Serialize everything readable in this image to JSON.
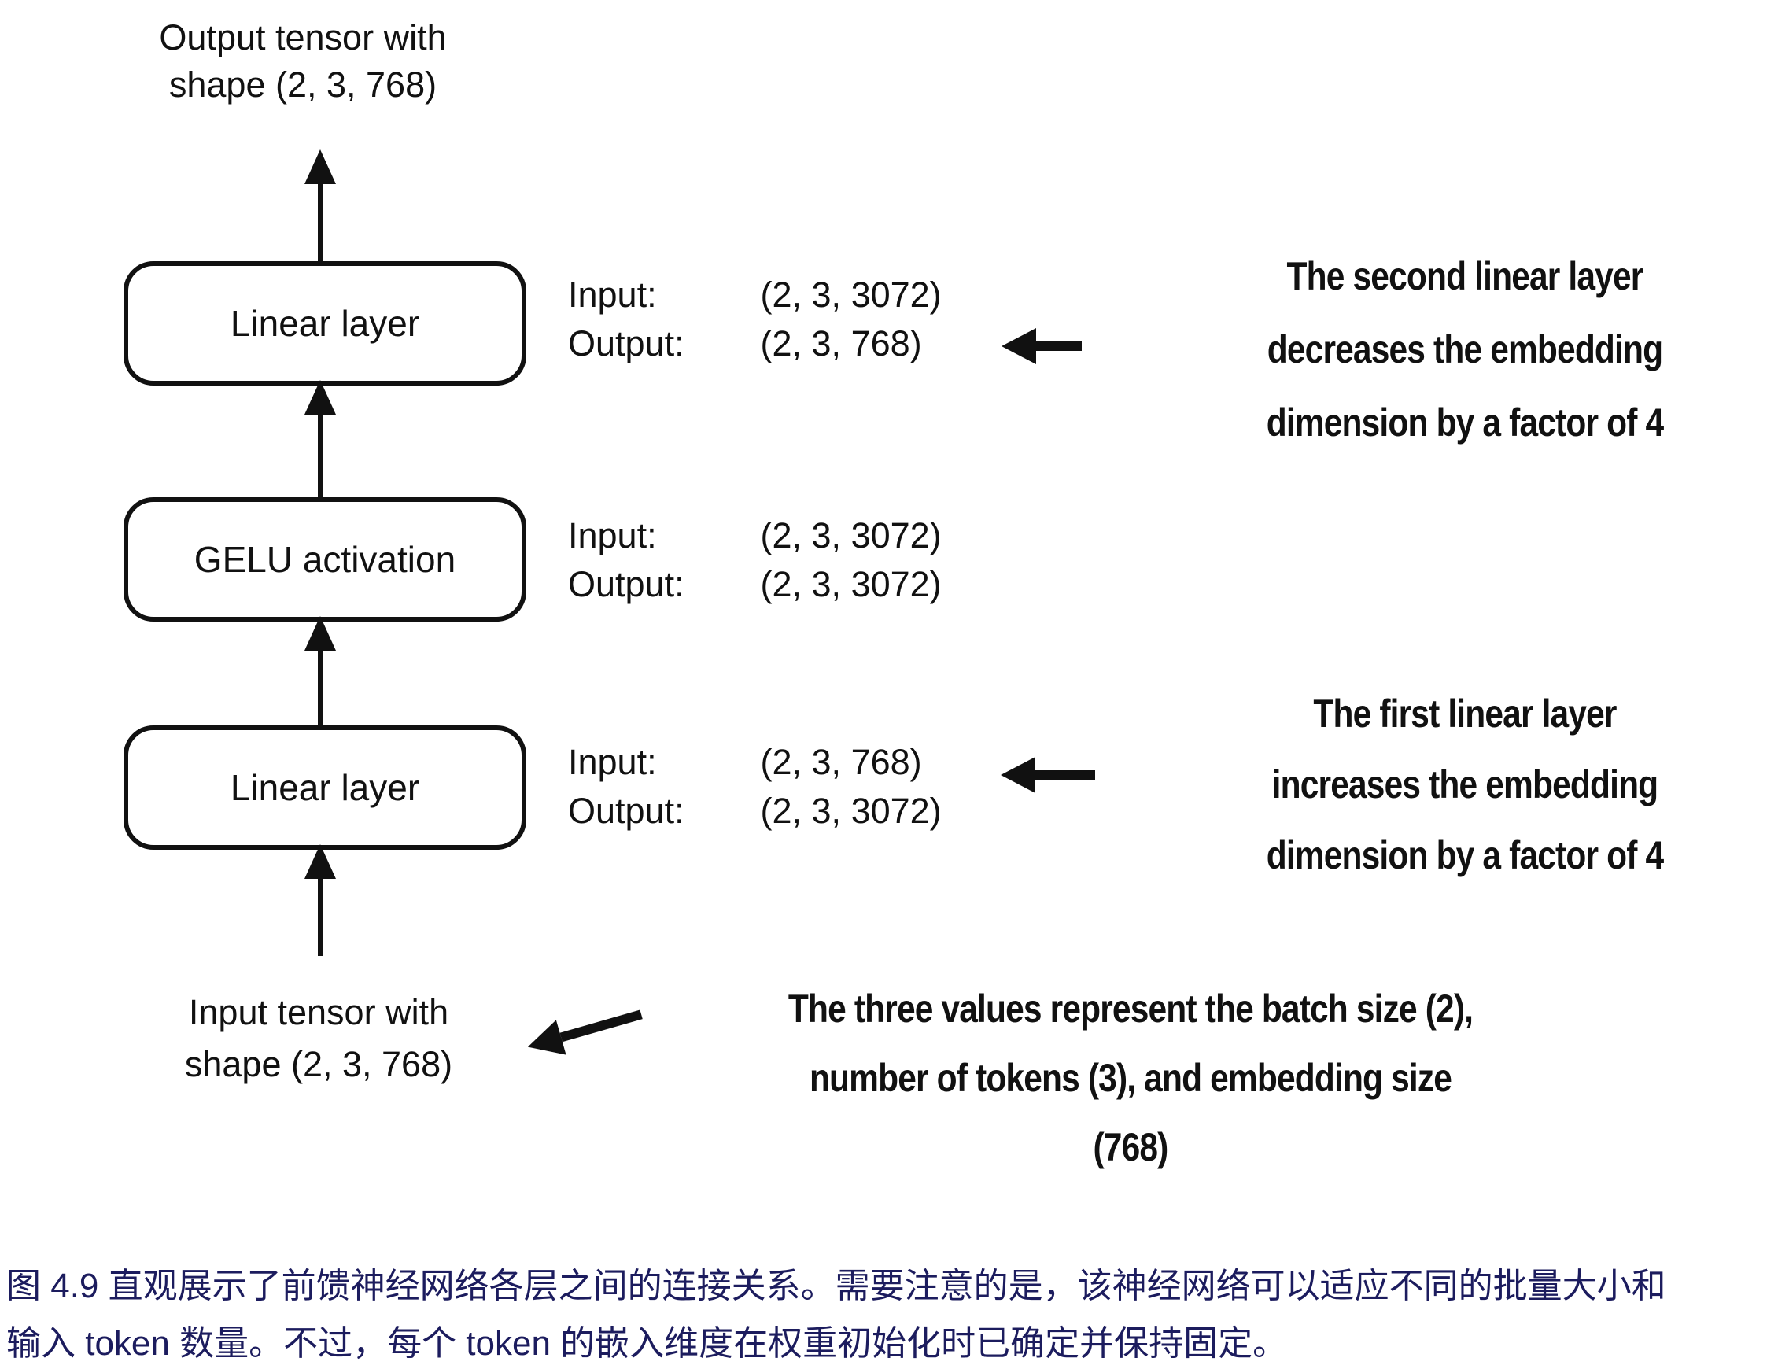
{
  "figure": {
    "output_tensor_label": [
      "Output tensor with",
      "shape (2, 3, 768)"
    ],
    "input_tensor_label": [
      "Input tensor with",
      "shape (2, 3, 768)"
    ],
    "boxes": [
      {
        "label": "Linear layer"
      },
      {
        "label": "GELU activation"
      },
      {
        "label": "Linear layer"
      }
    ],
    "io_rows": [
      {
        "input_label": "Input:",
        "input_value": "(2, 3, 3072)",
        "output_label": "Output:",
        "output_value": "(2, 3, 768)"
      },
      {
        "input_label": "Input:",
        "input_value": "(2, 3, 3072)",
        "output_label": "Output:",
        "output_value": "(2, 3, 3072)"
      },
      {
        "input_label": "Input:",
        "input_value": "(2, 3, 768)",
        "output_label": "Output:",
        "output_value": "(2, 3, 3072)"
      }
    ],
    "annotations": [
      {
        "lines": [
          "The second linear layer",
          "decreases the embedding",
          "dimension by a factor of 4"
        ]
      },
      {
        "lines": [
          "The first linear layer",
          "increases the embedding",
          "dimension by a factor of 4"
        ]
      },
      {
        "lines": [
          "The three values represent the batch size (2),",
          "number of tokens (3), and embedding size",
          "(768)"
        ]
      }
    ]
  },
  "caption": {
    "lines": [
      "图 4.9 直观展示了前馈神经网络各层之间的连接关系。需要注意的是，该神经网络可以适应不同的批量大小和",
      "输入 token 数量。不过，每个 token 的嵌入维度在权重初始化时已确定并保持固定。"
    ]
  },
  "colors": {
    "ink": "#111111",
    "caption": "#1c1c5e",
    "background": "#ffffff"
  }
}
